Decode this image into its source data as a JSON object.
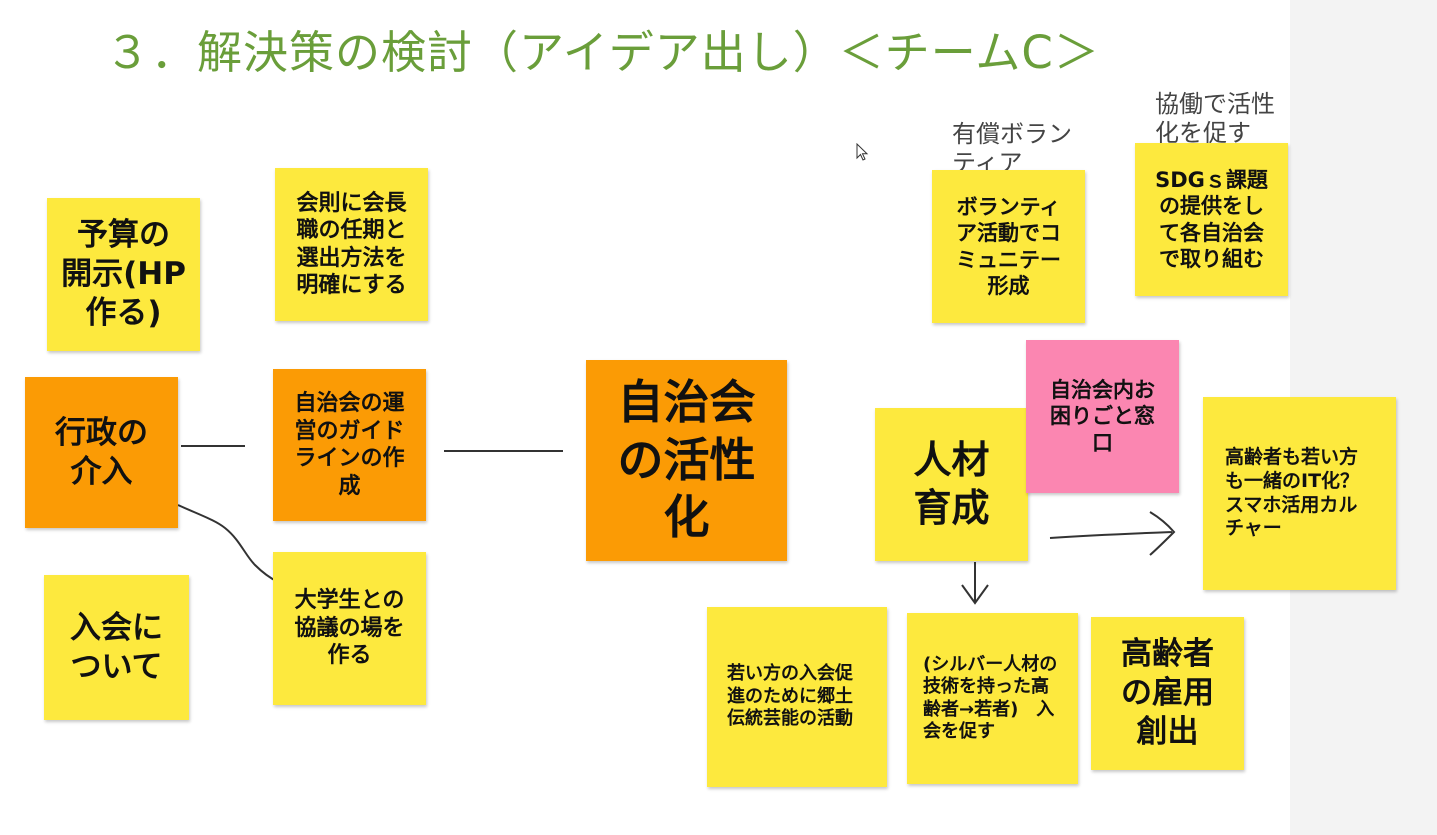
{
  "title": "３．解決策の検討（アイデア出し）＜チームC＞",
  "annotations": {
    "paid_volunteer": "有償ボランティア",
    "cooperation": "協働で活性化を促す"
  },
  "notes": {
    "budget": "予算の\n開示(HP\n作る)",
    "rules": "会則に会長\n職の任期と\n選出方法を\n明確にする",
    "admin": "行政の\n介入",
    "guideline": "自治会の運\n営のガイド\nラインの作\n成",
    "center": "自治会\nの活性\n化",
    "students": "大学生との\n協議の場を\n作る",
    "join": "入会に\nついて",
    "volunteer": "ボランティ\nア活動でコ\nミュニテー\n形成",
    "sdgs": "SDGｓ課題\nの提供をし\nて各自治会\nで取り組む",
    "help_desk": "自治会内お\n困りごと窓\n口",
    "hr": "人材\n育成",
    "it": "高齢者も若い方\nも一緒のIT化？\nスマホ活用カル\nチャー",
    "young": "若い方の入会促\n進のために郷土\n伝統芸能の活動",
    "silver": "(シルバー人材の\n技術を持った高\n齢者→若者)　入\n会を促す",
    "elderly": "高齢者\nの雇用\n創出"
  },
  "colors": {
    "title": "#6a9e3a",
    "yellow": "#fde93e",
    "orange": "#fb9b05",
    "pink": "#fb86b1"
  }
}
